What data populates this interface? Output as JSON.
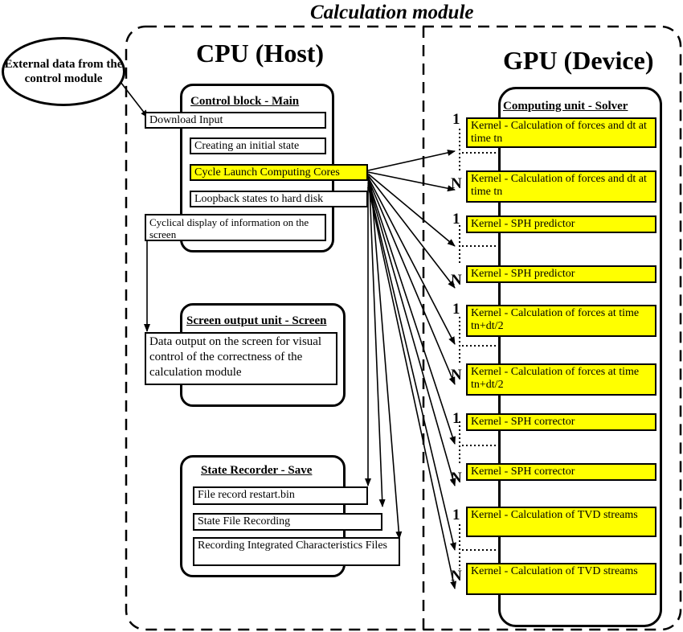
{
  "title": "Calculation module",
  "cpu_heading": "CPU (Host)",
  "gpu_heading": "GPU (Device)",
  "external": "External data from the control module",
  "control_block": {
    "title": "Control block - Main",
    "items": [
      "Download Input",
      "Creating an initial state",
      "Cycle Launch Computing Cores",
      "Loopback states to hard disk",
      "Cyclical display of information on the screen"
    ]
  },
  "screen_block": {
    "title": "Screen output unit - Screen",
    "text": "Data output on the screen for visual control of the correctness of the calculation module"
  },
  "recorder_block": {
    "title": "State Recorder - Save",
    "items": [
      "File record restart.bin",
      "State File Recording",
      "Recording Integrated Characteristics Files"
    ]
  },
  "solver": {
    "title": "Computing unit - Solver",
    "kernels": [
      {
        "num": "1",
        "label": "Kernel - Calculation of forces and dt at time tn"
      },
      {
        "num": "N",
        "label": "Kernel - Calculation of forces and  dt at time tn"
      },
      {
        "num": "1",
        "label": "Kernel - SPH predictor"
      },
      {
        "num": "N",
        "label": "Kernel - SPH predictor"
      },
      {
        "num": "1",
        "label": "Kernel - Calculation of forces at time tn+dt/2"
      },
      {
        "num": "N",
        "label": "Kernel - Calculation of forces  at time tn+dt/2"
      },
      {
        "num": "1",
        "label": "Kernel - SPH corrector"
      },
      {
        "num": "N",
        "label": "Kernel - SPH corrector"
      },
      {
        "num": "1",
        "label": "Kernel - Calculation of TVD streams"
      },
      {
        "num": "N",
        "label": "Kernel - Calculation of TVD streams"
      }
    ]
  },
  "colors": {
    "highlight": "#ffff00",
    "line": "#000000"
  }
}
